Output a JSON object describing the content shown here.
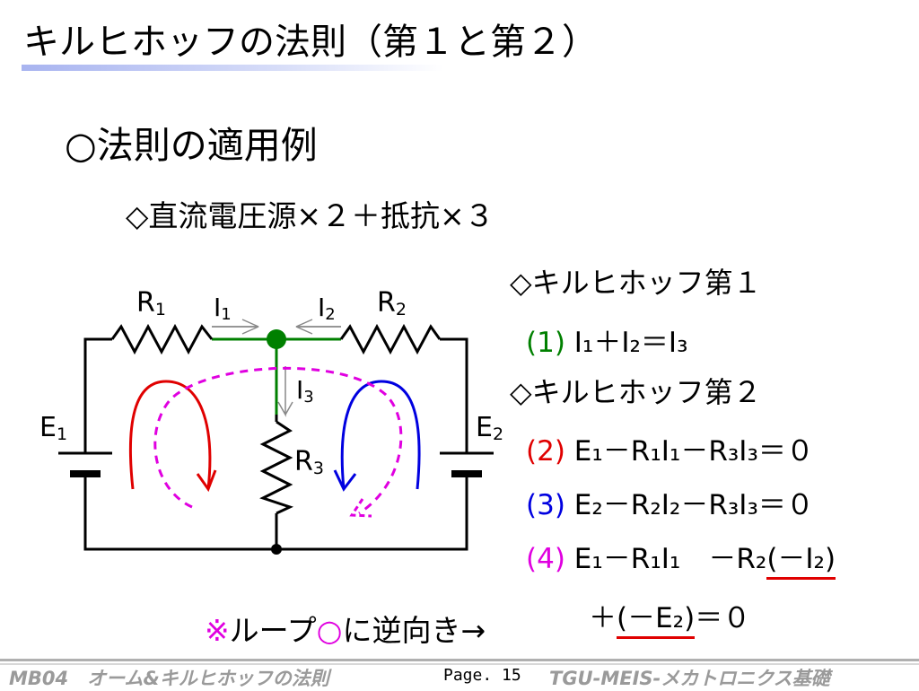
{
  "title": "キルヒホッフの法則（第１と第２）",
  "heading": "○法則の適用例",
  "subheading": "◇直流電圧源×２＋抵抗×３",
  "circuit": {
    "r1": "R",
    "r1_sub": "1",
    "r2": "R",
    "r2_sub": "2",
    "r3": "R",
    "r3_sub": "3",
    "e1": "E",
    "e1_sub": "1",
    "e2": "E",
    "e2_sub": "2",
    "i1": "I",
    "i1_sub": "1",
    "i2": "I",
    "i2_sub": "2",
    "i3": "I",
    "i3_sub": "3",
    "colors": {
      "node": "#008000",
      "loop_left": "#e00000",
      "loop_right": "#0000e0",
      "loop_outer": "#e000e0",
      "wire": "#000000"
    }
  },
  "kirchhoff1_label": "◇キルヒホッフ第１",
  "kirchhoff2_label": "◇キルヒホッフ第２",
  "equations": {
    "eq1_num": "(1)",
    "eq1": "I₁＋I₂＝I₃",
    "eq2_num": "(2)",
    "eq2": "E₁－R₁I₁－R₃I₃＝０",
    "eq3_num": "(3)",
    "eq3": "E₂－R₂I₂－R₃I₃＝０",
    "eq4_num": "(4)",
    "eq4_a": "E₁－R₁I₁　－R₂",
    "eq4_b": "(－I₂)",
    "eq4_c_pre": "＋",
    "eq4_c": "(－E₂)",
    "eq4_c_post": "＝０"
  },
  "note": {
    "mark": "※",
    "text_a": "ループ",
    "circle": "○",
    "text_b": "に逆向き→"
  },
  "footer": {
    "left": "MB04　オーム&キルヒホッフの法則",
    "page": "Page. 15",
    "right": "TGU-MEIS-メカトロニクス基礎"
  }
}
